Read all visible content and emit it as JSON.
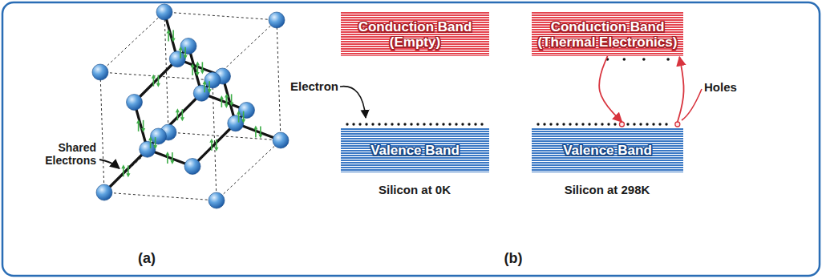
{
  "diagram": {
    "nodes": [
      {
        "text": [
          "Conduction Band (Empty)"
        ]
      },
      {
        "text": [
          "Valence Band"
        ]
      },
      {
        "text": [
          "Conduction Band (Thermal Electronics)"
        ]
      },
      {
        "text": [
          "Valence Band"
        ]
      }
    ],
    "edges": [
      {
        "from": 2,
        "to": 3,
        "arrow": "to"
      },
      {
        "from": 3,
        "to": 2,
        "arrow": "to"
      }
    ],
    "labels": [
      "Shared Electrons",
      "(a)",
      "Electron",
      "Silicon at 0K",
      "Holes",
      "Silicon at 298K",
      "(b)"
    ]
  }
}
